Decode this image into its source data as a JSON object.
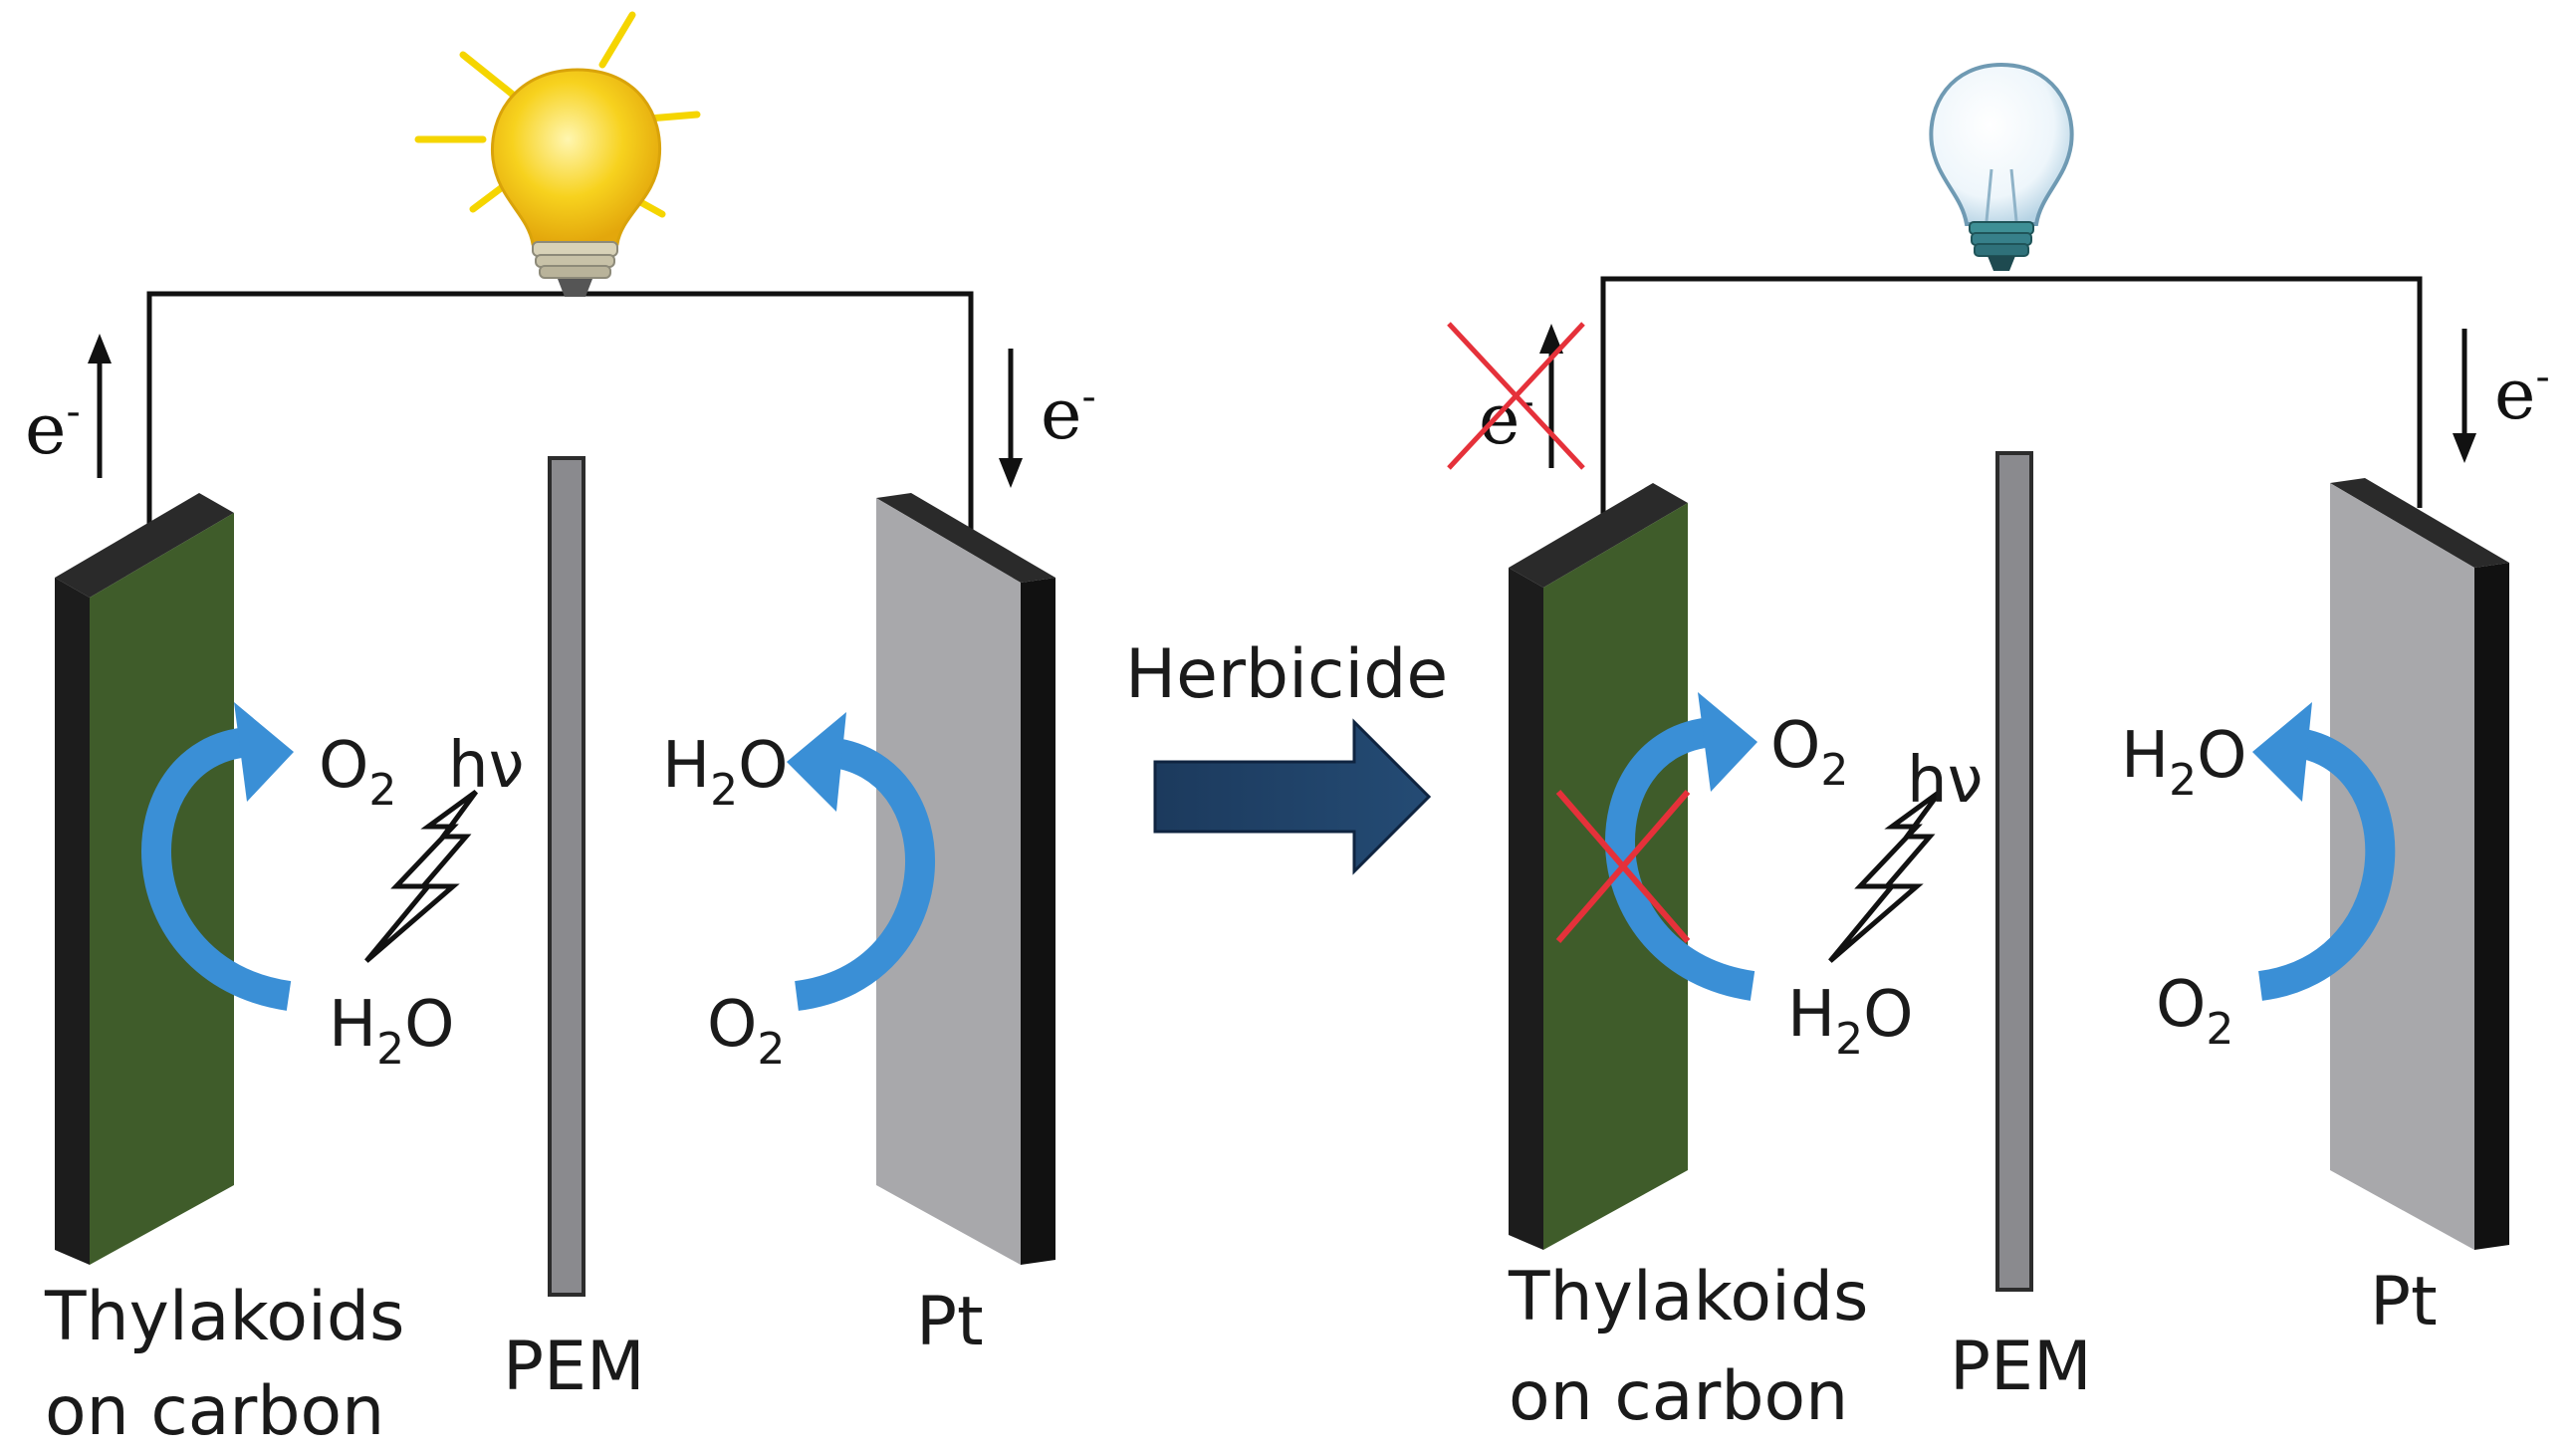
{
  "arrow_label": "Herbicide",
  "electron": "e",
  "electron_charge": "-",
  "photon": "hν",
  "left_cell": {
    "anode_label_line1": "Thylakoids",
    "anode_label_line2": "on carbon",
    "membrane_label": "PEM",
    "cathode_label": "Pt",
    "anode_top": {
      "base": "O",
      "sub": "2"
    },
    "anode_bottom": {
      "base": "H",
      "sub": "2",
      "tail": "O"
    },
    "cathode_top": {
      "base": "H",
      "sub": "2",
      "tail": "O"
    },
    "cathode_bottom": {
      "base": "O",
      "sub": "2"
    },
    "bulb_state": "lit"
  },
  "right_cell": {
    "anode_label_line1": "Thylakoids",
    "anode_label_line2": "on carbon",
    "membrane_label": "PEM",
    "cathode_label": "Pt",
    "anode_top": {
      "base": "O",
      "sub": "2"
    },
    "anode_bottom": {
      "base": "H",
      "sub": "2",
      "tail": "O"
    },
    "cathode_top": {
      "base": "H",
      "sub": "2",
      "tail": "O"
    },
    "cathode_bottom": {
      "base": "O",
      "sub": "2"
    },
    "bulb_state": "off"
  },
  "colors": {
    "anode_green": "#3f5c2a",
    "electrode_edge": "#1c1c1c",
    "cathode_gray": "#a8a8ab",
    "membrane_gray": "#8a8a8e",
    "reaction_arrow_blue": "#3a8fd6",
    "process_arrow_navy": "#1b3a5c",
    "cross_red": "#e5313a",
    "bulb_yellow": "#f7c71c"
  }
}
